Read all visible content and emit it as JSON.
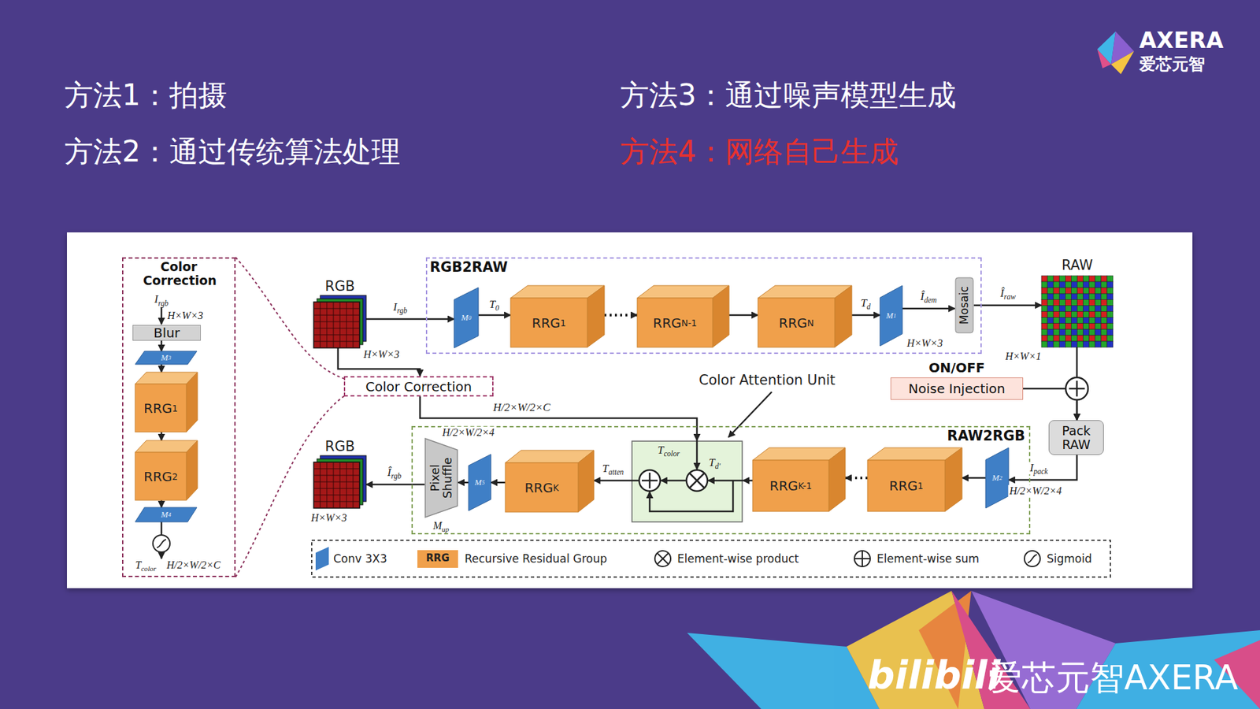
{
  "diagram": {
    "nodes": [
      {
        "text": [
          "Color Correction"
        ]
      },
      {
        "text": [
          "Blur"
        ],
        "in": 0
      },
      {
        "text": [
          "M3"
        ],
        "in": 0
      },
      {
        "text": [
          "RRG1"
        ],
        "in": 0
      },
      {
        "text": [
          "RRG2"
        ],
        "in": 0
      },
      {
        "text": [
          "M4"
        ],
        "in": 0
      },
      {
        "text": [
          "RGB"
        ]
      },
      {
        "text": [
          "RGB2RAW"
        ]
      },
      {
        "text": [
          "M0"
        ],
        "in": 7
      },
      {
        "text": [
          "RRG1"
        ],
        "in": 7
      },
      {
        "text": [
          "RRGN-1"
        ],
        "in": 7
      },
      {
        "text": [
          "RRGN"
        ],
        "in": 7
      },
      {
        "text": [
          "M1"
        ],
        "in": 7
      },
      {
        "text": [
          "Mosaic"
        ],
        "in": 7
      },
      {
        "text": [
          "RAW"
        ]
      },
      {
        "text": [
          "Color Correction"
        ]
      },
      {
        "text": [
          "ON/OFF",
          "Noise Injection"
        ]
      },
      {
        "text": [
          "Pack RAW"
        ]
      },
      {
        "text": [
          "RAW2RGB"
        ]
      },
      {
        "text": [
          "M2"
        ],
        "in": 18
      },
      {
        "text": [
          "RRG1"
        ],
        "in": 18
      },
      {
        "text": [
          "RRGK-1"
        ],
        "in": 18
      },
      {
        "text": [
          "Tcolor",
          "Td'"
        ],
        "in": 18
      },
      {
        "text": [
          "RRGK"
        ],
        "in": 18
      },
      {
        "text": [
          "M5"
        ],
        "in": 18
      },
      {
        "text": [
          "Pixel Shuffle"
        ],
        "in": 18
      },
      {
        "text": [
          "RGB"
        ]
      }
    ],
    "edges": [
      {
        "from": 1,
        "to": 2,
        "arrow": "to"
      },
      {
        "from": 2,
        "to": 3,
        "arrow": "to"
      },
      {
        "from": 3,
        "to": 4,
        "arrow": "to"
      },
      {
        "from": 4,
        "to": 5,
        "arrow": "to"
      },
      {
        "from": 6,
        "to": 8,
        "label": "Irgb",
        "arrow": "to"
      },
      {
        "from": 8,
        "to": 9,
        "label": "T0",
        "arrow": "to"
      },
      {
        "from": 9,
        "to": 10,
        "arrow": "to"
      },
      {
        "from": 10,
        "to": 11,
        "arrow": "to"
      },
      {
        "from": 11,
        "to": 12,
        "label": "Td",
        "arrow": "to"
      },
      {
        "from": 12,
        "to": 13,
        "label": "Îdem",
        "arrow": "to"
      },
      {
        "from": 13,
        "to": 14,
        "label": "Îraw",
        "arrow": "to"
      },
      {
        "from": 6,
        "to": 15,
        "arrow": "to"
      },
      {
        "from": 15,
        "to": 22,
        "label": "H/2×W/2×C",
        "arrow": "to"
      },
      {
        "from": 14,
        "to": 17,
        "arrow": "to"
      },
      {
        "from": 16,
        "to": 17,
        "arrow": "to"
      },
      {
        "from": 17,
        "to": 19,
        "label": "Ipack",
        "arrow": "to"
      },
      {
        "from": 19,
        "to": 20,
        "arrow": "to"
      },
      {
        "from": 20,
        "to": 21,
        "arrow": "to"
      },
      {
        "from": 21,
        "to": 22,
        "arrow": "to"
      },
      {
        "from": 22,
        "to": 23,
        "label": "Tatten",
        "arrow": "to"
      },
      {
        "from": 23,
        "to": 24,
        "arrow": "to"
      },
      {
        "from": 24,
        "to": 25,
        "arrow": "to"
      },
      {
        "from": 25,
        "to": 26,
        "label": "Îrgb",
        "arrow": "to"
      }
    ],
    "labels": [
      "方法1：拍摄",
      "方法2：通过传统算法处理",
      "方法3：通过噪声模型生成",
      "方法4：网络自己生成",
      "AXERA",
      "爱芯元智",
      "Irgb",
      "H×W×3",
      "Tcolor",
      "H/2×W/2×C",
      "H×W×3",
      "H×W×3",
      "H×W×1",
      "Color Attention Unit",
      "H/2×W/2×4",
      "H/2×W/2×4",
      "Mup",
      "H×W×3",
      "RRG",
      "bilibili",
      "爱芯元智AXERA"
    ],
    "legend": [
      {
        "text": "Conv 3X3",
        "color": "#3f7fc6"
      },
      {
        "text": "Recursive Residual Group",
        "color": "#f0a04b"
      },
      {
        "text": "Element-wise product"
      },
      {
        "text": "Element-wise sum"
      },
      {
        "text": "Sigmoid"
      }
    ]
  }
}
